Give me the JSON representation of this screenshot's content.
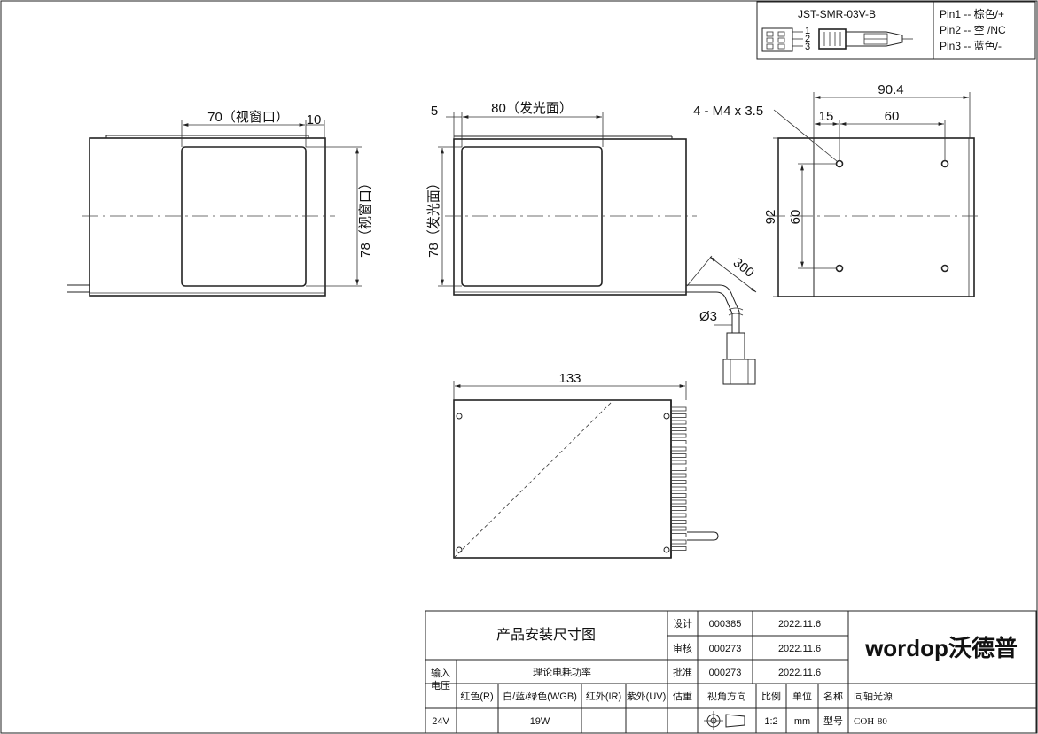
{
  "connector": {
    "model": "JST-SMR-03V-B",
    "pin_numbers": [
      "1",
      "2",
      "3"
    ],
    "pins": [
      "Pin1 -- 棕色/+",
      "Pin2 -- 空  /NC",
      "Pin3 -- 蓝色/-"
    ]
  },
  "dimensions": {
    "front_width": "70（视窗口）",
    "front_margin": "10",
    "front_height": "78（视窗口）",
    "middle_offset": "5",
    "middle_width": "80（发光面）",
    "middle_height": "78（发光面）",
    "mount_holes": "4 - M4 x 3.5",
    "side_total": "90.4",
    "side_offset": "15",
    "side_pitch": "60",
    "side_height": "92",
    "side_vpitch": "60",
    "cable_length": "300",
    "cable_diameter": "Ø3",
    "bottom_width": "133"
  },
  "title_block": {
    "title": "产品安装尺寸图",
    "rows": [
      {
        "role": "设计",
        "id": "000385",
        "date": "2022.11.6"
      },
      {
        "role": "审核",
        "id": "000273",
        "date": "2022.11.6"
      },
      {
        "role": "批准",
        "id": "000273",
        "date": "2022.11.6"
      }
    ],
    "logo": "wordop沃德普",
    "input_label": "输入\n电压",
    "power_header": "理论电耗功率",
    "col_red": "红色(R)",
    "col_white": "白/蓝/绿色(WGB)",
    "col_ir": "红外(IR)",
    "col_uv": "紫外(UV)",
    "col_weight": "估重",
    "col_view": "视角方向",
    "col_scale": "比例",
    "col_unit": "单位",
    "col_name": "名称",
    "name_value": "同轴光源",
    "voltage": "24V",
    "power": "19W",
    "scale": "1:2",
    "unit": "mm",
    "model_label": "型号",
    "model_value": "COH-80"
  }
}
